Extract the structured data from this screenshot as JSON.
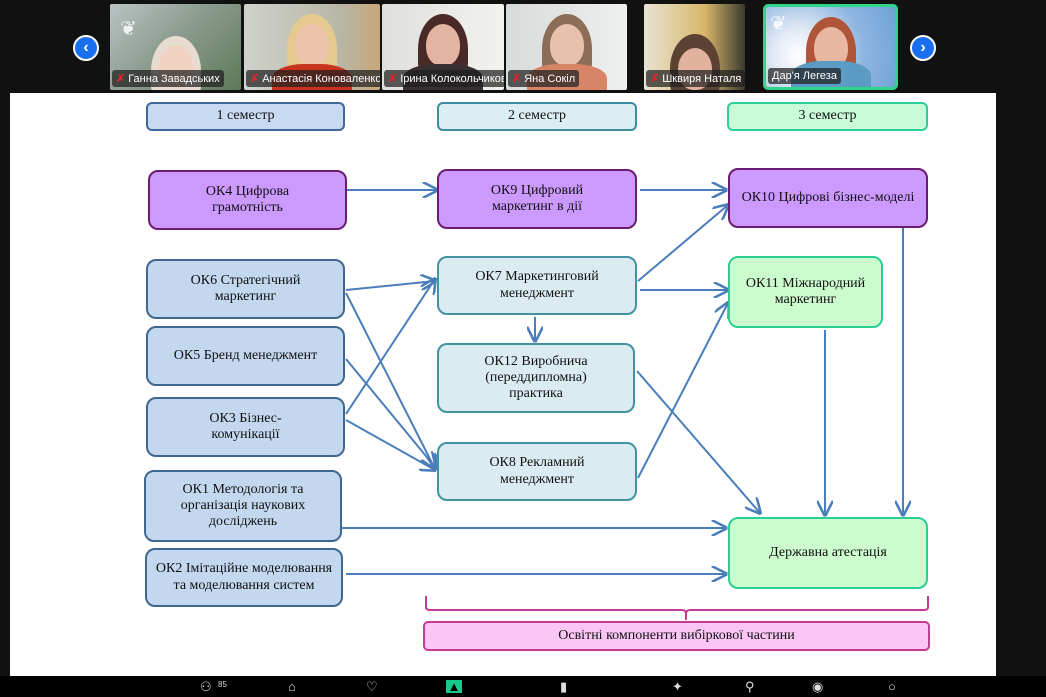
{
  "participants_strip": {
    "prev_label": "‹",
    "next_label": "›",
    "participants": [
      {
        "name": "Ганна Завадських",
        "muted": true,
        "active": false
      },
      {
        "name": "Анастасія Коноваленко",
        "muted": true,
        "active": false
      },
      {
        "name": "Ірина Колокольчикова",
        "muted": true,
        "active": false
      },
      {
        "name": "Яна Сокіл",
        "muted": true,
        "active": false
      },
      {
        "name": "Шквиря Наталя",
        "muted": true,
        "active": false
      },
      {
        "name": "Дар'я Легеза",
        "muted": false,
        "active": true
      }
    ],
    "mute_icon": "✗",
    "logo_icon": "❦"
  },
  "slide": {
    "semesters": [
      "1 семестр",
      "2 семестр",
      "3 семестр"
    ],
    "nodes": {
      "ok4": "ОК4 Цифрова грамотність",
      "ok9": "ОК9 Цифровий маркетинг в дії",
      "ok10": "ОК10 Цифрові бізнес-моделі",
      "ok6": "ОК6 Стратегічний маркетинг",
      "ok7": "ОК7 Маркетинговий менеджмент",
      "ok11": "ОК11 Міжнародний маркетинг",
      "ok5": "ОК5 Бренд менеджмент",
      "ok12": "ОК12 Виробнича (переддипломна) практика",
      "ok3": "ОК3 Бізнес-комунікації",
      "ok8": "ОК8 Рекламний менеджмент",
      "ok1": "ОК1 Методологія та організація наукових досліджень",
      "ok2": "ОК2 Імітаційне моделювання та моделювання систем",
      "attestation": "Державна атестація",
      "elective": "Освітні компоненти вибіркової частини"
    },
    "edges": [
      [
        "ok4",
        "ok9"
      ],
      [
        "ok9",
        "ok10"
      ],
      [
        "ok6",
        "ok7"
      ],
      [
        "ok6",
        "ok8"
      ],
      [
        "ok5",
        "ok8"
      ],
      [
        "ok3",
        "ok7"
      ],
      [
        "ok3",
        "ok8"
      ],
      [
        "ok7",
        "ok10"
      ],
      [
        "ok7",
        "ok11"
      ],
      [
        "ok7",
        "ok12"
      ],
      [
        "ok8",
        "ok11"
      ],
      [
        "ok12",
        "attestation"
      ],
      [
        "ok11",
        "attestation"
      ],
      [
        "ok10",
        "attestation"
      ],
      [
        "ok1",
        "attestation"
      ],
      [
        "ok2",
        "attestation"
      ]
    ],
    "arrow_color": "#4a7ebb"
  },
  "toolbar": {
    "icons": [
      "participants-icon",
      "chat-icon",
      "share-icon",
      "record-icon",
      "reactions-icon",
      "apps-icon",
      "whiteboard-icon",
      "more-icon"
    ],
    "participant_count": "85"
  }
}
